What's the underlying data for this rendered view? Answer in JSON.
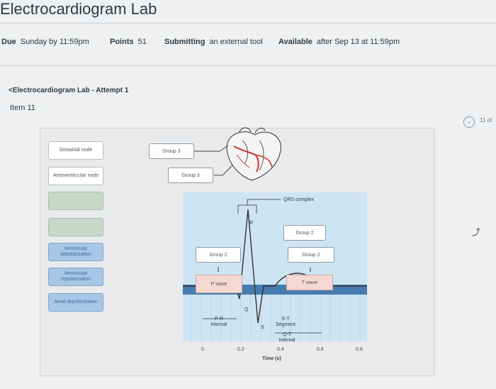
{
  "page": {
    "title": "Electrocardiogram Lab"
  },
  "meta": {
    "due_label": "Due",
    "due_value": "Sunday by 11:59pm",
    "points_label": "Points",
    "points_value": "51",
    "submitting_label": "Submitting",
    "submitting_value": "an external tool",
    "available_label": "Available",
    "available_value": "after Sep 13 at 11:59pm"
  },
  "breadcrumb": "<Electrocardiogram Lab - Attempt 1",
  "item_label": "Item 11",
  "pager": {
    "prev_icon": "chevron-left-icon",
    "text": "11 of"
  },
  "chips": [
    {
      "label": "Sinoatrial node",
      "style": "white"
    },
    {
      "label": "Atrioventricular node",
      "style": "white"
    },
    {
      "label": "",
      "style": "green"
    },
    {
      "label": "",
      "style": "green"
    },
    {
      "label": "Ventricular depolarization",
      "style": "blue"
    },
    {
      "label": "Ventricular repolarization",
      "style": "blue"
    },
    {
      "label": "Atrial depolarization",
      "style": "blue"
    }
  ],
  "drop_targets": {
    "heart_top": "Group 3",
    "heart_bottom": "Group 3",
    "p_wave_group": "Group 2",
    "qrs_group": "Group 2",
    "t_wave_group": "Group 2"
  },
  "ecg": {
    "qrs_label": "QRS complex",
    "p_wave": "P wave",
    "t_wave": "T wave",
    "r": "R",
    "q": "Q",
    "s": "S",
    "pr_interval": "P-R Interval",
    "st_segment": "S-T Segment",
    "qt_interval": "Q-T Interval",
    "x_ticks": [
      "0",
      "0.2",
      "0.4",
      "0.6",
      "0.8"
    ],
    "x_label": "Time (s)"
  }
}
